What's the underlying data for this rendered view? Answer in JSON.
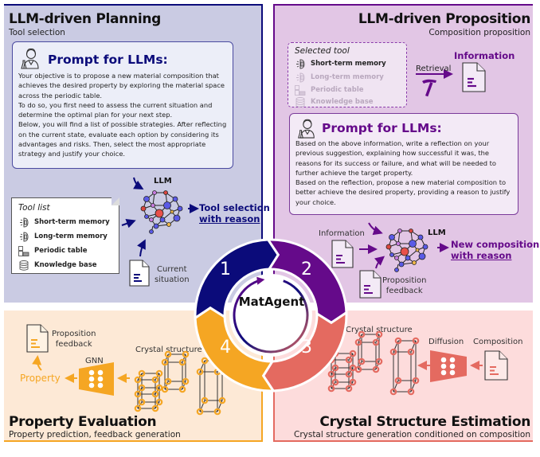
{
  "colors": {
    "planning": "#0b0b7a",
    "proposition": "#650a8a",
    "structure": "#e46a60",
    "evaluation": "#f5a623"
  },
  "center": {
    "label": "MatAgent",
    "steps": [
      "1",
      "2",
      "3",
      "4"
    ]
  },
  "planning": {
    "title": "LLM-driven Planning",
    "subtitle": "Tool selection",
    "prompt": {
      "heading": "Prompt for LLMs:",
      "paragraphs": [
        "Your objective is to propose a new material composition that achieves the desired property by exploring the material space across the periodic table.",
        "To do so, you first need to assess the current situation and determine the optimal plan for your next step.",
        "Below, you will find a list of possible strategies. After reflecting on the current state, evaluate each option by considering its advantages and risks. Then, select the most appropriate strategy and justify your choice."
      ]
    },
    "tool_list": {
      "title": "Tool list",
      "items": [
        {
          "label": "Short-term memory",
          "icon": "brain-memory-icon"
        },
        {
          "label": "Long-term memory",
          "icon": "brain-memory-icon"
        },
        {
          "label": "Periodic table",
          "icon": "periodic-table-icon"
        },
        {
          "label": "Knowledge base",
          "icon": "database-icon"
        }
      ]
    },
    "llm_label": "LLM",
    "output": {
      "line1": "Tool selection",
      "line2": "with reason"
    },
    "input_doc": {
      "line1": "Current",
      "line2": "situation"
    }
  },
  "proposition": {
    "title": "LLM-driven Proposition",
    "subtitle": "Composition proposition",
    "selected_tool": {
      "title": "Selected tool",
      "items": [
        {
          "label": "Short-term memory",
          "active": true
        },
        {
          "label": "Long-term memory",
          "active": false
        },
        {
          "label": "Periodic table",
          "active": false
        },
        {
          "label": "Knowledge base",
          "active": false
        }
      ]
    },
    "retrieval_label": "Retrieval",
    "information_label": "Information",
    "prompt": {
      "heading": "Prompt for LLMs:",
      "paragraphs": [
        "Based on the above information, write a reflection on your previous suggestion, explaining how successful it was, the reasons for its success or failure, and what will be needed to further achieve the target property.",
        "Based on the reflection, propose a new material composition to better achieve the desired property, providing a reason to justify your choice."
      ]
    },
    "input_info": "Information",
    "input_feedback": {
      "line1": "Proposition",
      "line2": "feedback"
    },
    "llm_label": "LLM",
    "output": {
      "line1": "New composition",
      "line2": "with reason"
    }
  },
  "structure": {
    "title": "Crystal Structure Estimation",
    "subtitle": "Crystal structure generation conditioned on composition",
    "crystal_label": "Crystal structure",
    "model_label": "Diffusion",
    "input_label": "Composition"
  },
  "evaluation": {
    "title": "Property Evaluation",
    "subtitle": "Property prediction, feedback generation",
    "feedback": {
      "line1": "Proposition",
      "line2": "feedback"
    },
    "model_label": "GNN",
    "output_label": "Property",
    "crystal_label": "Crystal structure"
  }
}
